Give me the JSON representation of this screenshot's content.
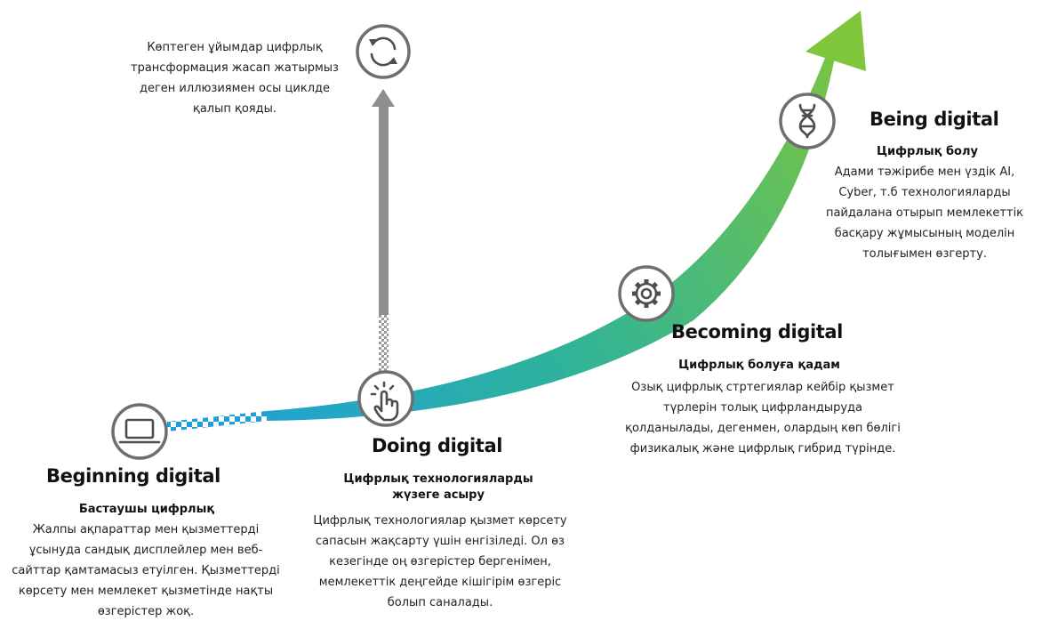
{
  "stages": {
    "beginning": {
      "title": "Beginning digital",
      "subtitle": "Бастаушы цифрлық",
      "description": "Жалпы ақпараттар мен қызметтерді ұсынуда сандық дисплейлер мен веб-сайттар қамтамасыз етуілген. Қызметтерді көрсету мен мемлекет қызметінде нақты өзгерістер жоқ.",
      "icon": "laptop-icon"
    },
    "doing": {
      "title": "Doing digital",
      "subtitle": "Цифрлық технологияларды жүзеге асыру",
      "description": "Цифрлық технологиялар қызмет көрсету сапасын жақсарту үшін енгізіледі. Ол өз кезегінде оң өзгерістер бергенімен, мемлекеттік деңгейде кішігірім өзгеріс болып саналады.",
      "icon": "hand-tap-icon"
    },
    "becoming": {
      "title": "Becoming digital",
      "subtitle": "Цифрлық болуға қадам",
      "description": "Озық цифрлық стртегиялар кейбір қызмет түрлерін толық цифрландыруда қолданылады, дегенмен, олардың көп бөлігі физикалық және цифрлық гибрид түрінде.",
      "icon": "gear-icon"
    },
    "being": {
      "title": "Being digital",
      "subtitle": "Цифрлық болу",
      "description": "Адами тәжірибе мен үздік AI, Cyber, т.б технологияларды пайдалана отырып мемлекеттік басқару жұмысының моделін толығымен өзгерту.",
      "icon": "dna-icon"
    }
  },
  "cycle": {
    "note": "Көптеген ұйымдар цифрлық трансформация жасап жатырмыз деген иллюзиямен осы циклде қалып қояды.",
    "icon": "refresh-cycle-icon"
  },
  "colors": {
    "curve_start": "#1e9fdc",
    "curve_mid": "#2fb39a",
    "curve_end": "#7fc63a",
    "cycle_arrow": "#8e8e8e",
    "icon_stroke": "#6e6e6e"
  }
}
